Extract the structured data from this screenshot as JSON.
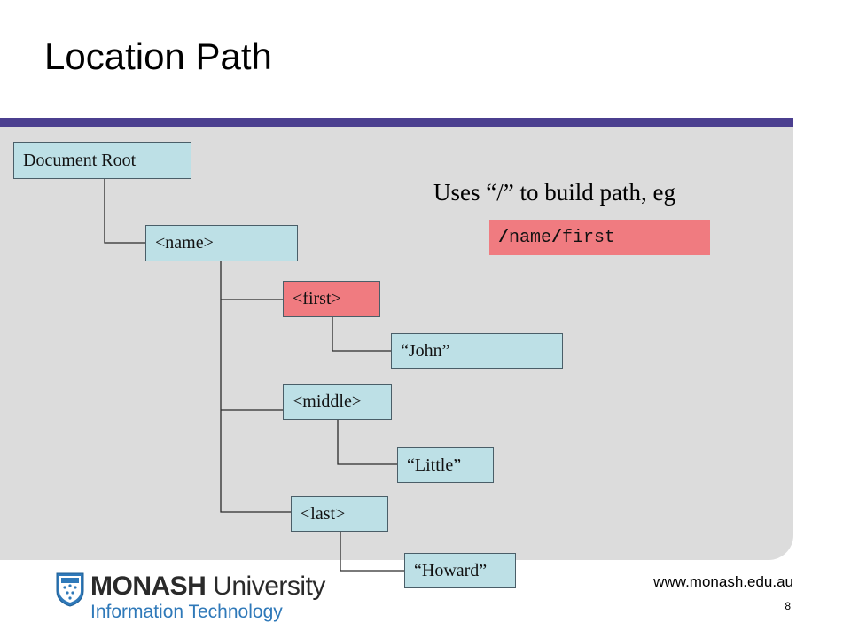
{
  "slide": {
    "title": "Location Path",
    "page_number": "8",
    "url": "www.monash.edu.au"
  },
  "note": {
    "headline": "Uses “/” to build path, eg",
    "example_sep1": "/",
    "example_part1": "name",
    "example_sep2": "/",
    "example_part2": "first"
  },
  "tree": {
    "root": "Document Root",
    "name": "<name>",
    "first": "<first>",
    "first_value": "“John”",
    "middle": "<middle>",
    "middle_value": "“Little”",
    "last": "<last>",
    "last_value": "“Howard”"
  },
  "logo": {
    "monash": "MONASH",
    "university": " University",
    "faculty": "Information Technology"
  },
  "colors": {
    "band": "#4b3f8f",
    "panel": "#dcdcdc",
    "node_fill": "#bde0e6",
    "highlight": "#f07b80",
    "faculty_text": "#2f79b9"
  },
  "icons": {
    "crest": "monash-crest-icon"
  }
}
